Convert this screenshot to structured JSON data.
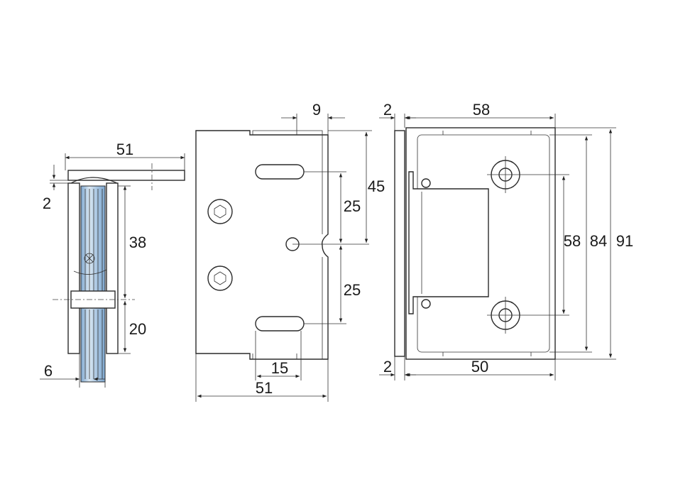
{
  "dimensions": {
    "side_view": {
      "width_top": "51",
      "gap": "2",
      "upper_height": "38",
      "lower_height": "20",
      "glass_thickness": "6"
    },
    "front_view": {
      "slot_offset": "9",
      "height_45": "45",
      "spacing_upper": "25",
      "spacing_lower": "25",
      "slot_bottom": "15",
      "width_bottom": "51"
    },
    "back_view": {
      "gap_top": "2",
      "width_top": "58",
      "hole_spacing": "58",
      "inner_height": "84",
      "overall_height": "91",
      "gap_bottom": "2",
      "width_bottom": "50"
    }
  },
  "colors": {
    "line": "#2a2a2a",
    "glass_light": "#dbe8f3",
    "glass_mid": "#a9c6e2",
    "glass_dark": "#7ea7cf"
  }
}
